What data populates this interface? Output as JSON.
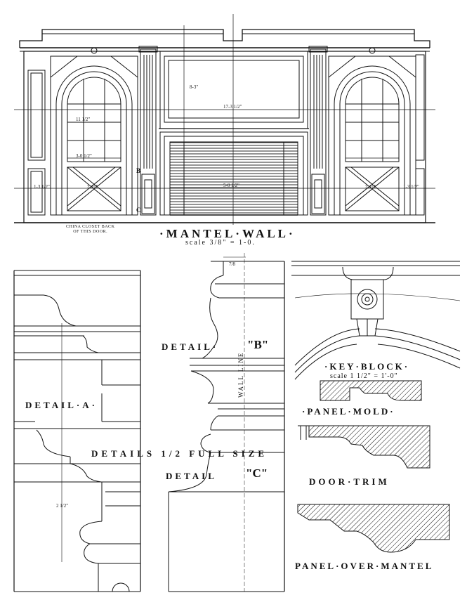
{
  "drawing": {
    "mantel_wall_title": "·MANTEL·WALL·",
    "mantel_wall_scale": "scale 3/8\" = 1-0.",
    "china_closet_note_line1": "CHINA CLOSET BACK",
    "china_closet_note_line2": "OF THIS DOOR.",
    "detail_a": "DETAIL·A·",
    "detail_b": "DETAIL·",
    "detail_b_letter": "\"B\"",
    "detail_c": "DETAIL",
    "detail_c_letter": "\"C\"",
    "details_full_size": "DETAILS  1/2  FULL SIZE",
    "wall_line": "WALL LINE",
    "key_block": "·KEY·BLOCK·",
    "key_block_scale": "scale 1 1/2\" = 1'-0\"",
    "panel_mold": "·PANEL·MOLD·",
    "door_trim": "DOOR·TRIM",
    "panel_over_mantel": "PANEL·OVER·MANTEL",
    "letter_b": "B",
    "letter_c": "C"
  },
  "dimensions": {
    "overmantel_width": "17-3 1/2\"",
    "fireplace_width": "5-0 1/2\"",
    "door_width_left": "2-10\"",
    "door_width_right": "2-10\"",
    "pilaster_left": "1-3 1/2\"",
    "pilaster_right": "1-3 1/2\"",
    "detail_b_dim": "7/8",
    "detail_a_dim": "2 1/2\"",
    "panel_dim": "11 1/2\"",
    "height_dim": "8-3\"",
    "door_height": "3-0 1/2\""
  },
  "colors": {
    "ink": "#111111",
    "paper": "#ffffff"
  }
}
